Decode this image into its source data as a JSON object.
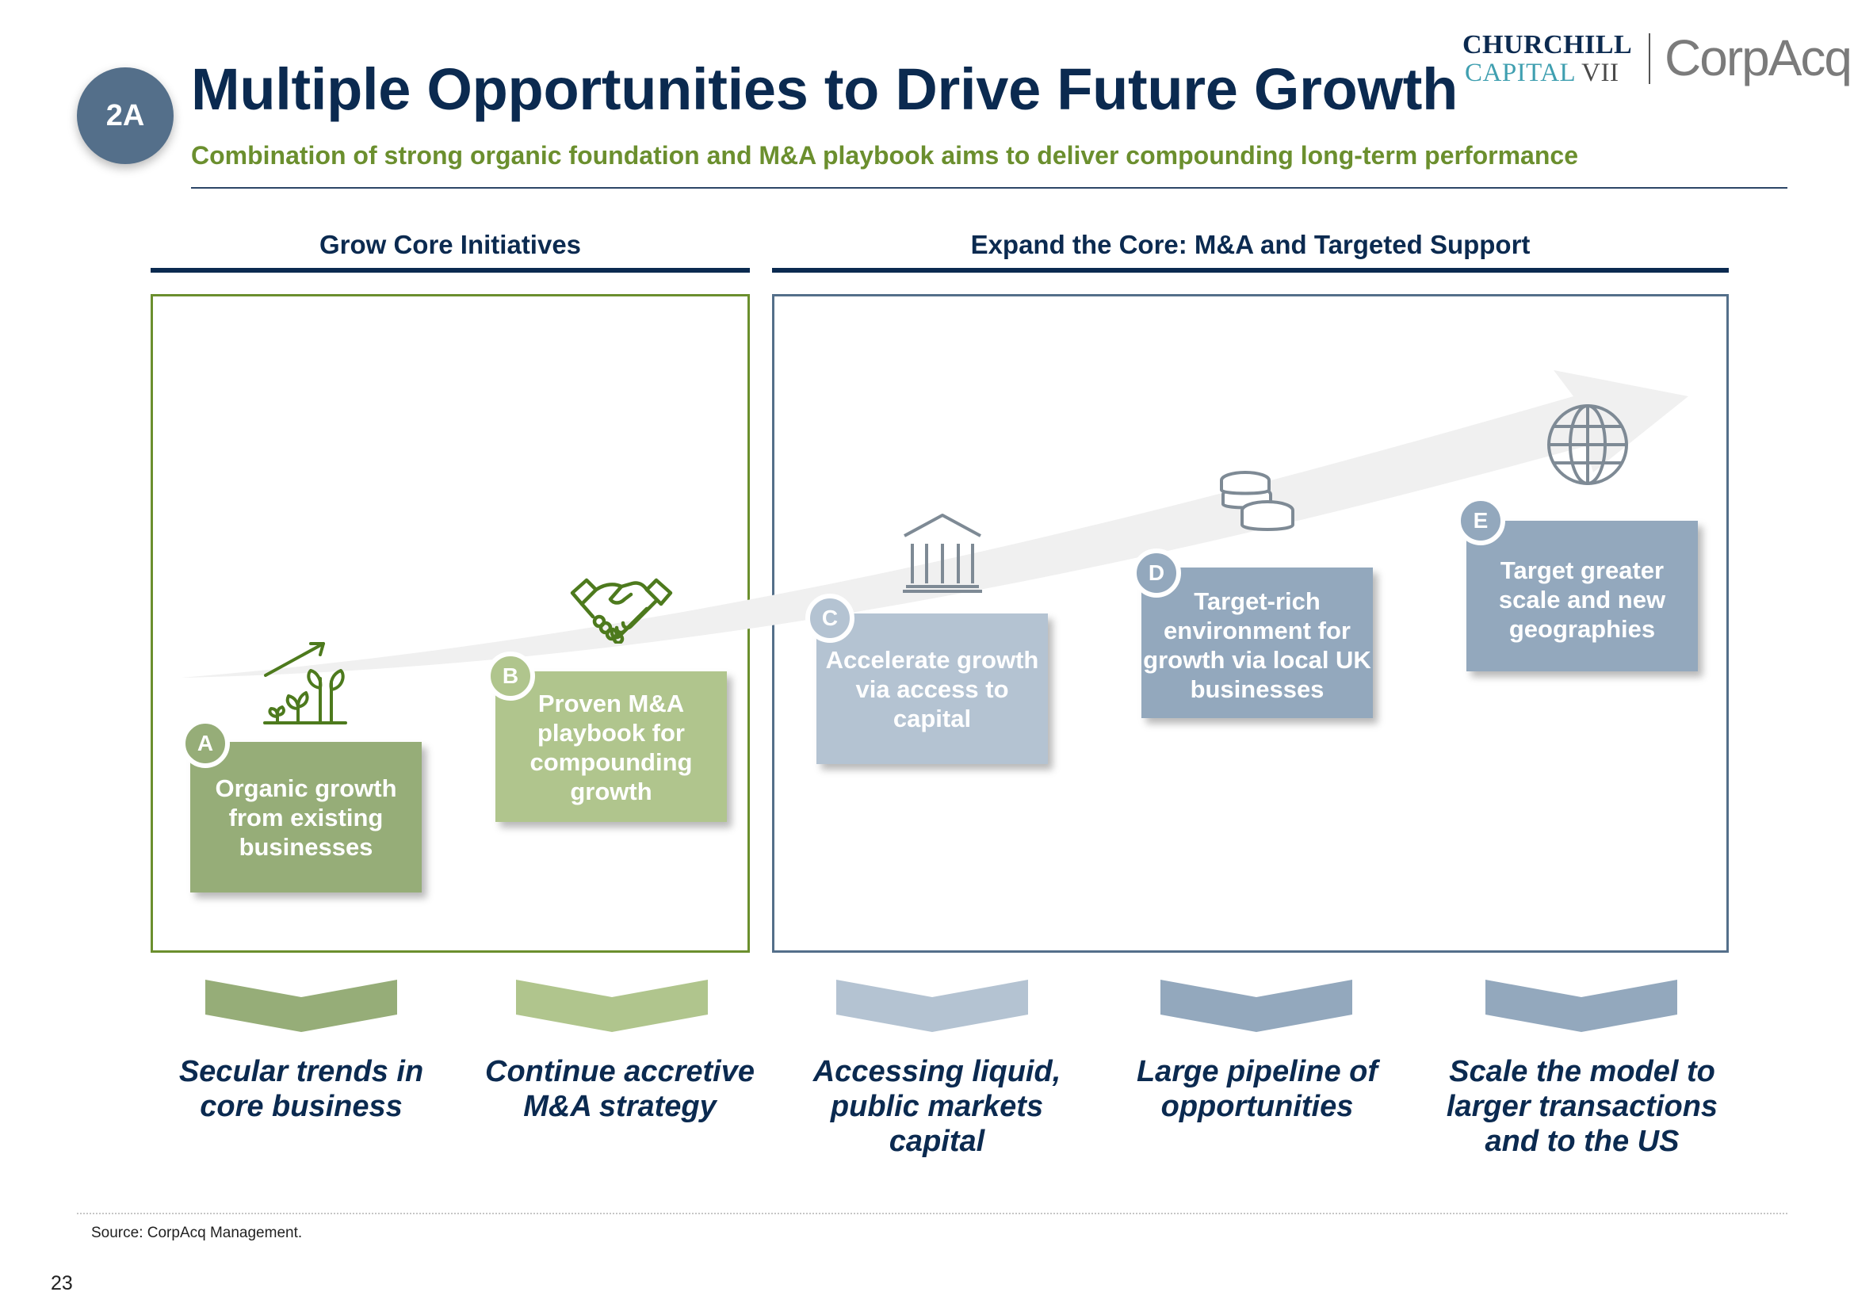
{
  "header": {
    "section_badge": "2A",
    "title": "Multiple Opportunities to Drive Future Growth",
    "subtitle": "Combination of strong organic foundation and M&A playbook aims to deliver compounding long-term performance"
  },
  "logo": {
    "churchill": "CHURCHILL",
    "capital": "CAPITAL",
    "numeral": "VII",
    "corpacq": "CorpAcq"
  },
  "sections": {
    "left_title": "Grow Core Initiatives",
    "right_title": "Expand the Core: M&A and Targeted Support"
  },
  "initiatives": [
    {
      "letter": "A",
      "text": "Organic growth from existing businesses",
      "icon": "seedlings-growth-icon",
      "color": "#96ad78"
    },
    {
      "letter": "B",
      "text": "Proven M&A playbook for compounding growth",
      "icon": "handshake-icon",
      "color": "#b0c58d"
    },
    {
      "letter": "C",
      "text": "Accelerate growth via access to capital",
      "icon": "bank-building-icon",
      "color": "#b4c3d2"
    },
    {
      "letter": "D",
      "text": "Target-rich environment for growth via local UK businesses",
      "icon": "coins-stack-icon",
      "color": "#93a8bd"
    },
    {
      "letter": "E",
      "text": "Target greater scale and new geographies",
      "icon": "globe-icon",
      "color": "#93a8bd"
    }
  ],
  "outcomes": [
    {
      "text": "Secular trends in core business",
      "color": "#96ad78"
    },
    {
      "text": "Continue accretive M&A strategy",
      "color": "#b0c58d"
    },
    {
      "text": "Accessing liquid, public markets capital",
      "color": "#b4c3d2"
    },
    {
      "text": "Large pipeline of opportunities",
      "color": "#93a8bd"
    },
    {
      "text": "Scale the model to larger transactions and to the US",
      "color": "#93a8bd"
    }
  ],
  "footer": {
    "source": "Source: CorpAcq Management.",
    "page_number": "23"
  },
  "colors": {
    "navy": "#0b2a50",
    "olive": "#6b8f2e",
    "slate": "#546f8a",
    "arrow": "#f0f0f0"
  }
}
